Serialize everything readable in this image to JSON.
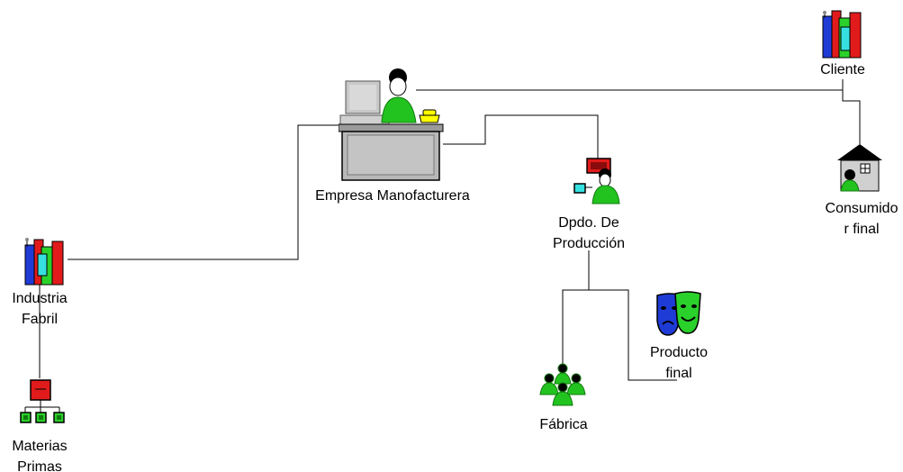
{
  "nodes": {
    "empresa": {
      "label": "Empresa Manofacturera"
    },
    "cliente": {
      "label": "Cliente"
    },
    "consumidor": {
      "label_line1": "Consumido",
      "label_line2": "r final"
    },
    "produccion": {
      "label_line1": "Dpdo. De",
      "label_line2": "Producción"
    },
    "industria": {
      "label_line1": "Industria",
      "label_line2": "Fabril"
    },
    "materias": {
      "label_line1": "Materias",
      "label_line2": "Primas"
    },
    "fabrica": {
      "label": "Fábrica"
    },
    "producto": {
      "label_line1": "Producto",
      "label_line2": "final"
    }
  },
  "colors": {
    "line": "#000000",
    "person_green": "#22c31f",
    "desk_gray": "#b8b8b8",
    "phone_yellow": "#ffff00",
    "box_red": "#e11b1b",
    "mask_blue": "#1f3bd6",
    "mask_green": "#2bd12b"
  }
}
